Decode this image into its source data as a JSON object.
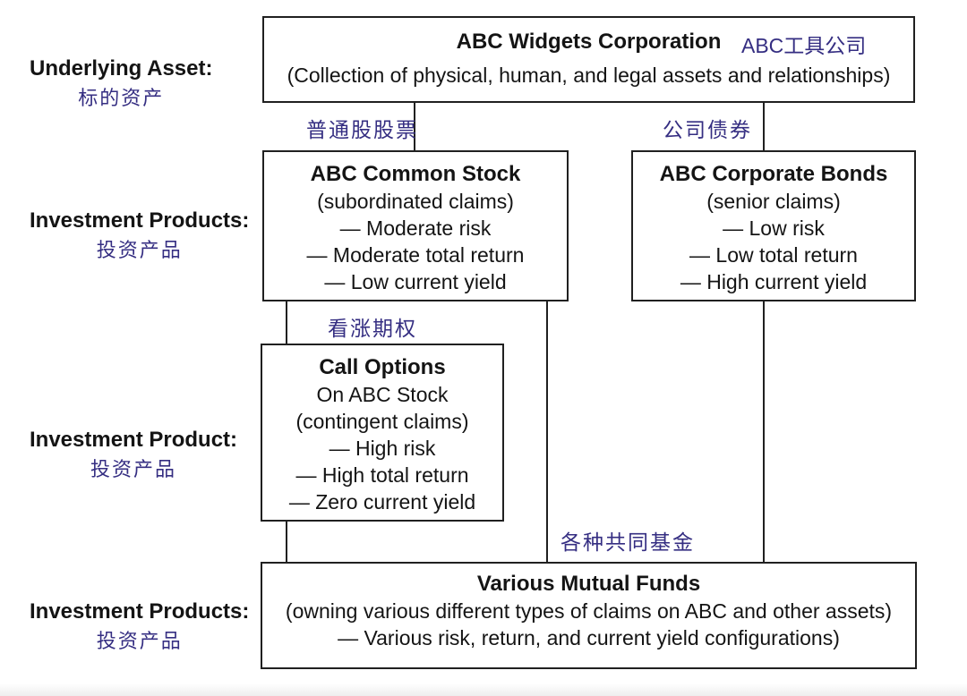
{
  "colors": {
    "annotation_purple": "#352e82",
    "text_black": "#141414",
    "box_border": "#202020"
  },
  "row_labels": [
    {
      "en": "Underlying Asset:",
      "zh": "标的资产"
    },
    {
      "en": "Investment Products:",
      "zh": "投资产品"
    },
    {
      "en": "Investment Product:",
      "zh": "投资产品"
    },
    {
      "en": "Investment Products:",
      "zh": "投资产品"
    }
  ],
  "boxes": {
    "corporation": {
      "title": "ABC Widgets Corporation",
      "title_zh": "ABC工具公司",
      "subtitle": "(Collection of physical, human, and legal assets and relationships)"
    },
    "common_stock": {
      "title": "ABC Common Stock",
      "lines": [
        "(subordinated claims)",
        "— Moderate risk",
        "— Moderate total return",
        "— Low current yield"
      ]
    },
    "corporate_bonds": {
      "title": "ABC Corporate Bonds",
      "lines": [
        "(senior claims)",
        "— Low risk",
        "— Low total return",
        "— High current yield"
      ]
    },
    "call_options": {
      "title": "Call Options",
      "lines": [
        "On ABC Stock",
        "(contingent claims)",
        "— High risk",
        "— High total return",
        "— Zero current yield"
      ]
    },
    "mutual_funds": {
      "title": "Various Mutual Funds",
      "lines": [
        "(owning various different types of claims on ABC and other assets)",
        "— Various risk, return, and current yield configurations)"
      ]
    }
  },
  "connector_labels": {
    "common_stock": "普通股股票",
    "corporate_bonds": "公司债券",
    "call_options": "看涨期权",
    "mutual_funds": "各种共同基金"
  }
}
